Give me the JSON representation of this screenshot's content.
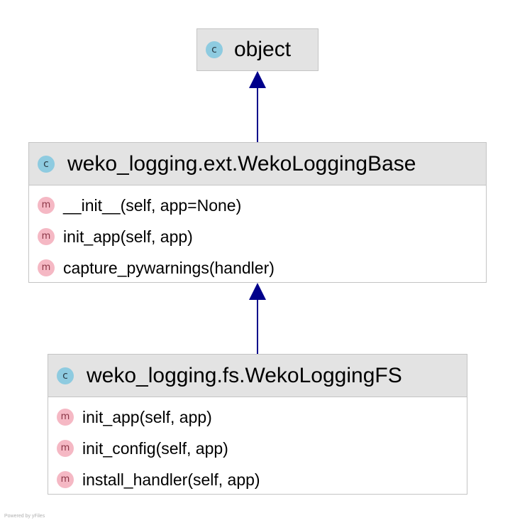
{
  "classes": {
    "object": {
      "icon": "class-icon",
      "icon_glyph": "c",
      "name": "object"
    },
    "base": {
      "icon": "class-icon",
      "icon_glyph": "c",
      "name": "weko_logging.ext.WekoLoggingBase",
      "methods": [
        {
          "icon": "method-icon",
          "icon_glyph": "m",
          "label": "__init__(self, app=None)"
        },
        {
          "icon": "method-icon",
          "icon_glyph": "m",
          "label": "init_app(self, app)"
        },
        {
          "icon": "method-icon",
          "icon_glyph": "m",
          "label": "capture_pywarnings(handler)"
        }
      ]
    },
    "fs": {
      "icon": "class-icon",
      "icon_glyph": "c",
      "name": "weko_logging.fs.WekoLoggingFS",
      "methods": [
        {
          "icon": "method-icon",
          "icon_glyph": "m",
          "label": "init_app(self, app)"
        },
        {
          "icon": "method-icon",
          "icon_glyph": "m",
          "label": "init_config(self, app)"
        },
        {
          "icon": "method-icon",
          "icon_glyph": "m",
          "label": "install_handler(self, app)"
        }
      ]
    }
  },
  "edges": [
    {
      "from": "weko_logging.ext.WekoLoggingBase",
      "to": "object",
      "kind": "inheritance"
    },
    {
      "from": "weko_logging.fs.WekoLoggingFS",
      "to": "weko_logging.ext.WekoLoggingBase",
      "kind": "inheritance"
    }
  ],
  "colors": {
    "arrow": "#00008b",
    "header_bg": "#e3e3e3",
    "border": "#c4c4c4",
    "class_icon": "#8ecbe0",
    "method_icon": "#f5b8c4"
  },
  "footer": "Powered by yFiles"
}
